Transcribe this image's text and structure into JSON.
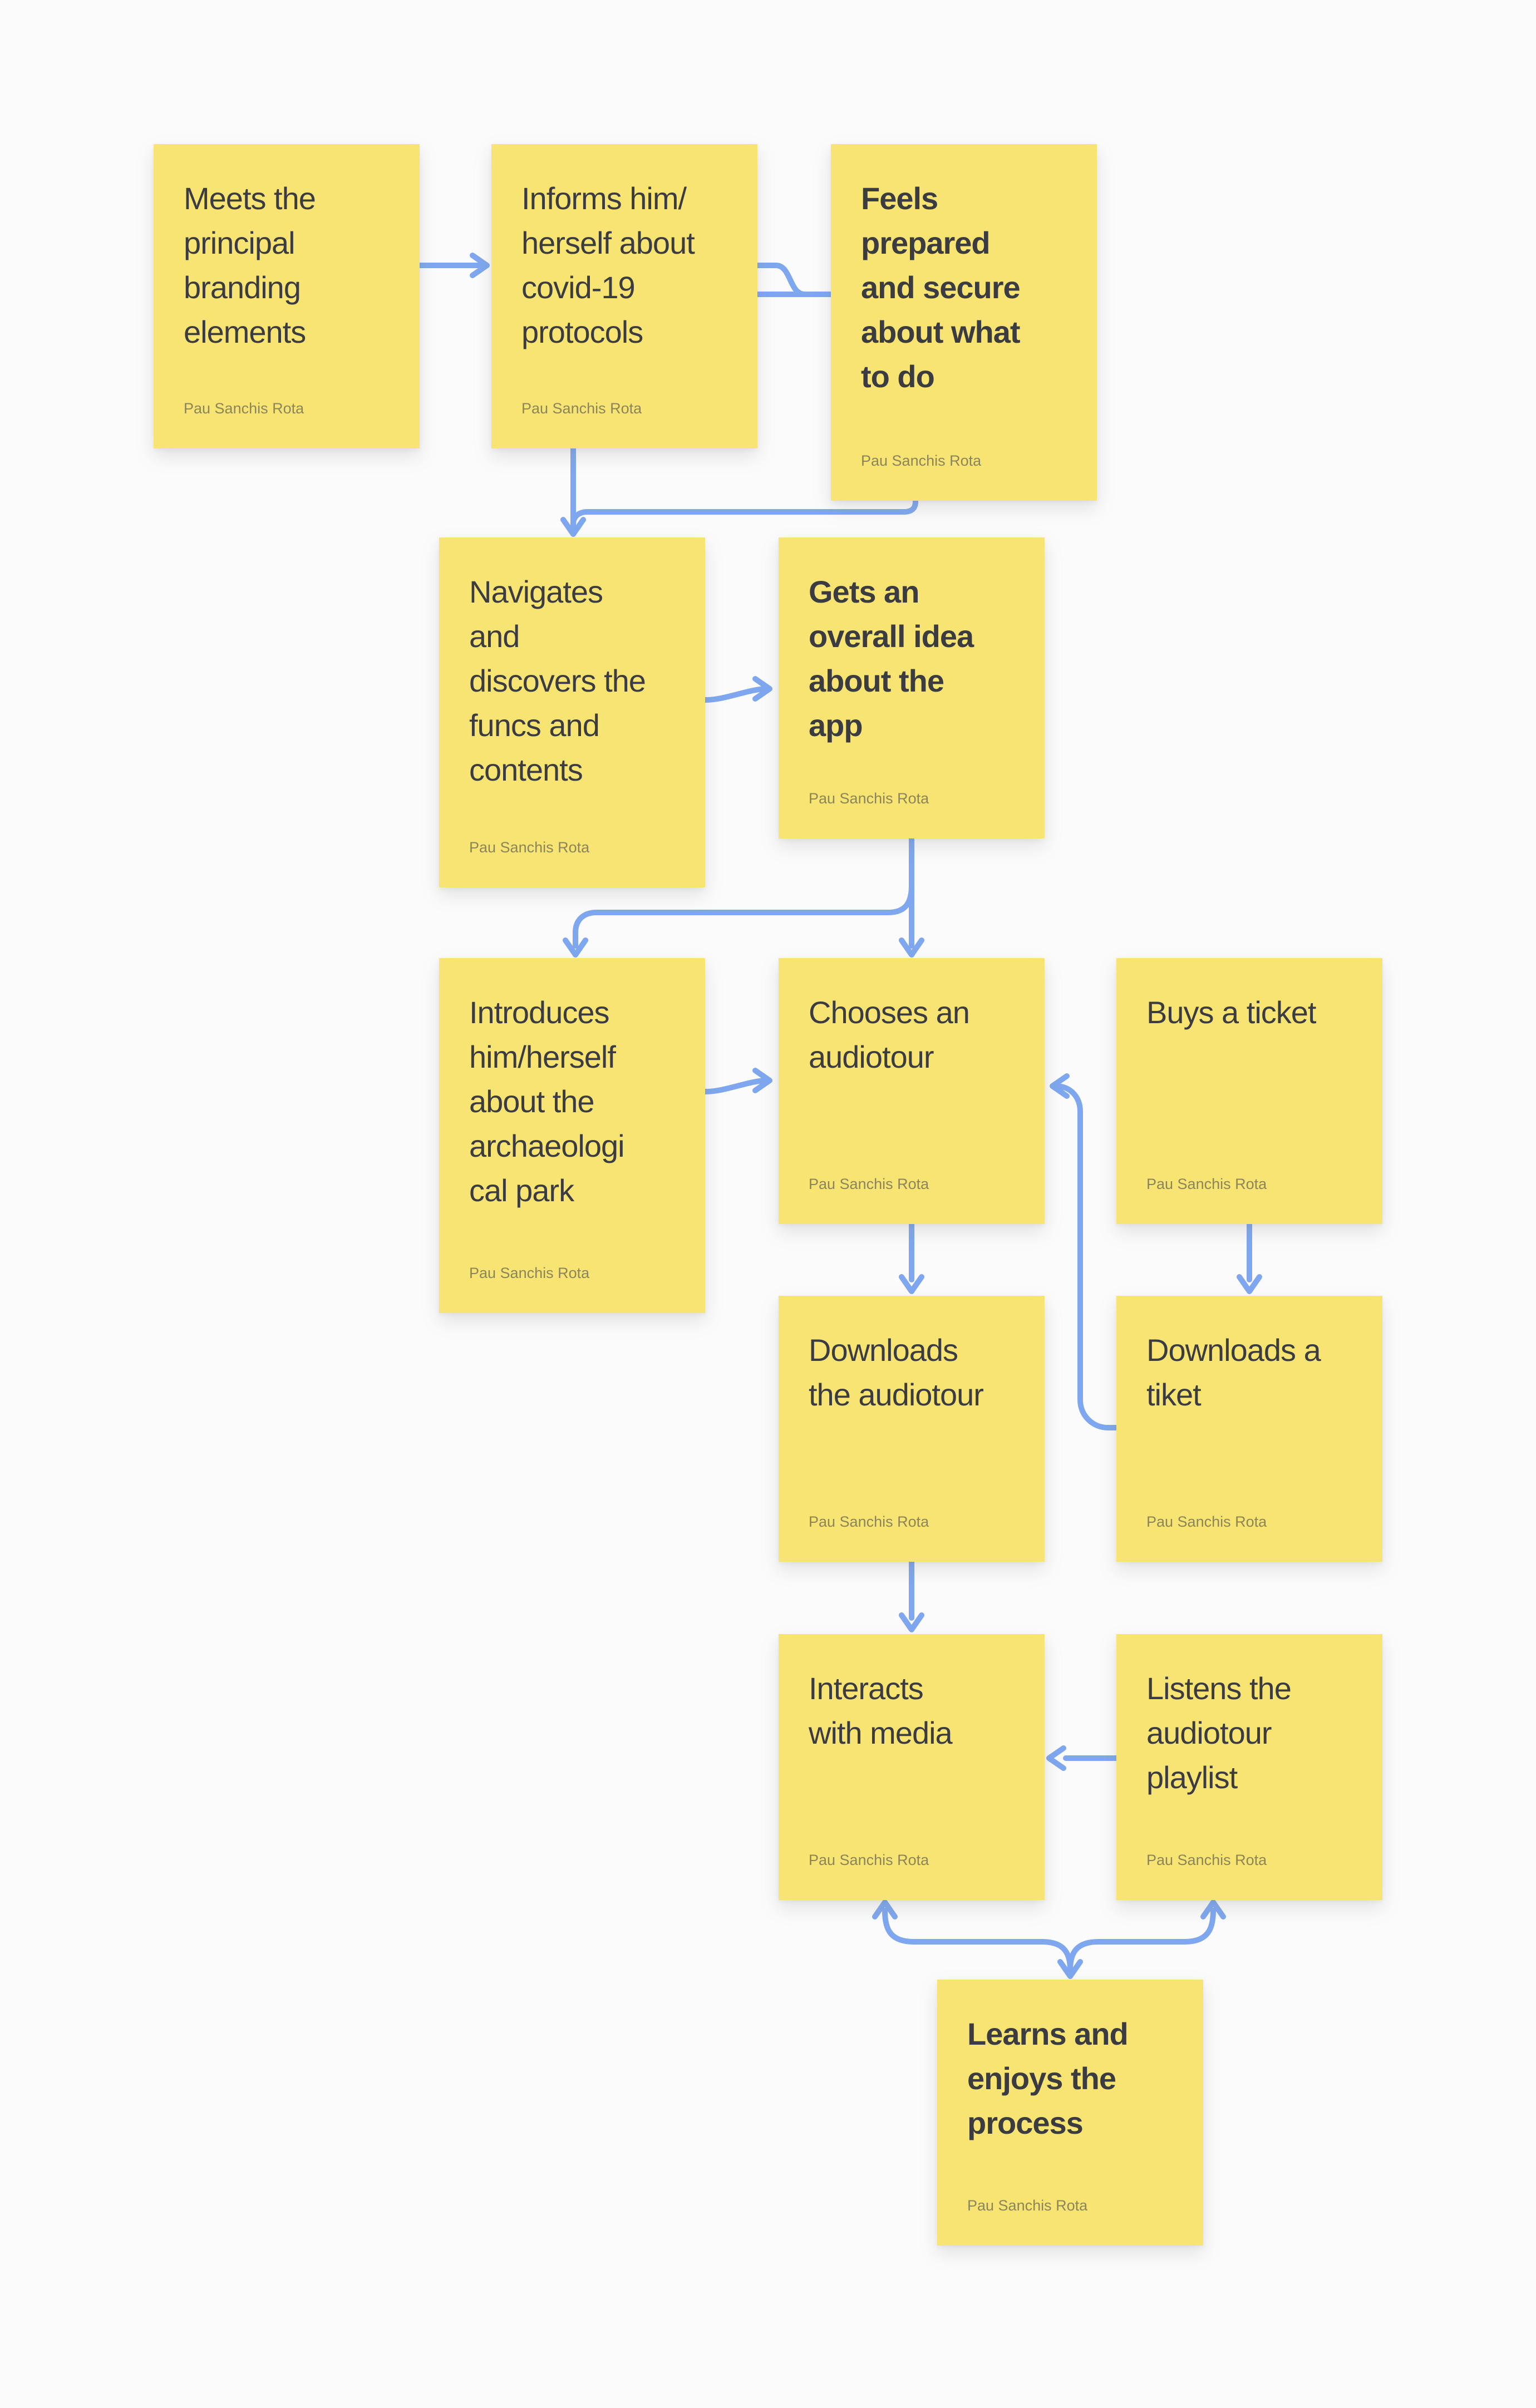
{
  "board": {
    "background_color": "#FBFBFB",
    "sticky_color": "#F8E472",
    "arrow_color": "#7EA7EF",
    "text_color": "#3B3C41",
    "author_color": "#8B855C"
  },
  "notes": [
    {
      "id": "meets-branding",
      "lines": [
        "Meets the",
        "principal",
        "branding",
        "elements"
      ],
      "author": "Pau Sanchis Rota",
      "bold": false
    },
    {
      "id": "informs-covid",
      "lines": [
        "Informs him/",
        "herself about",
        "covid-19",
        "protocols"
      ],
      "author": "Pau Sanchis Rota",
      "bold": false
    },
    {
      "id": "feels-prepared",
      "lines": [
        "Feels",
        "prepared",
        "and secure",
        "about what",
        "to do"
      ],
      "author": "Pau Sanchis Rota",
      "bold": true
    },
    {
      "id": "navigates-discovers",
      "lines": [
        "Navigates",
        "and",
        "discovers the",
        "funcs and",
        "contents"
      ],
      "author": "Pau Sanchis Rota",
      "bold": false
    },
    {
      "id": "overall-idea",
      "lines": [
        "Gets an",
        "overall idea",
        "about the",
        "app"
      ],
      "author": "Pau Sanchis Rota",
      "bold": true
    },
    {
      "id": "introduces-park",
      "lines": [
        "Introduces",
        "him/herself",
        "about the",
        "archaeologi",
        "cal park"
      ],
      "author": "Pau Sanchis Rota",
      "bold": false
    },
    {
      "id": "chooses-audiotour",
      "lines": [
        "Chooses an",
        "audiotour"
      ],
      "author": "Pau Sanchis Rota",
      "bold": false
    },
    {
      "id": "buys-ticket",
      "lines": [
        "Buys a ticket"
      ],
      "author": "Pau Sanchis Rota",
      "bold": false
    },
    {
      "id": "downloads-audiotour",
      "lines": [
        "Downloads",
        "the audiotour"
      ],
      "author": "Pau Sanchis Rota",
      "bold": false
    },
    {
      "id": "downloads-tiket",
      "lines": [
        "Downloads a",
        "tiket"
      ],
      "author": "Pau Sanchis Rota",
      "bold": false
    },
    {
      "id": "interacts-media",
      "lines": [
        "Interacts",
        "with media"
      ],
      "author": "Pau Sanchis Rota",
      "bold": false
    },
    {
      "id": "listens-playlist",
      "lines": [
        "Listens the",
        "audiotour",
        "playlist"
      ],
      "author": "Pau Sanchis Rota",
      "bold": false
    },
    {
      "id": "learns-enjoys",
      "lines": [
        "Learns and",
        "enjoys the",
        "process"
      ],
      "author": "Pau Sanchis Rota",
      "bold": true
    }
  ],
  "connections": [
    {
      "from": "meets-branding",
      "to": "informs-covid"
    },
    {
      "from": "informs-covid",
      "to": "feels-prepared"
    },
    {
      "from": "informs-covid",
      "to": "navigates-discovers"
    },
    {
      "from": "feels-prepared",
      "to": "navigates-discovers"
    },
    {
      "from": "navigates-discovers",
      "to": "overall-idea"
    },
    {
      "from": "overall-idea",
      "to": "introduces-park"
    },
    {
      "from": "overall-idea",
      "to": "chooses-audiotour"
    },
    {
      "from": "introduces-park",
      "to": "chooses-audiotour"
    },
    {
      "from": "chooses-audiotour",
      "to": "downloads-audiotour"
    },
    {
      "from": "buys-ticket",
      "to": "downloads-tiket"
    },
    {
      "from": "downloads-tiket",
      "to": "chooses-audiotour"
    },
    {
      "from": "downloads-audiotour",
      "to": "interacts-media"
    },
    {
      "from": "listens-playlist",
      "to": "interacts-media"
    },
    {
      "from": "learns-enjoys",
      "to": "interacts-media"
    },
    {
      "from": "learns-enjoys",
      "to": "listens-playlist"
    }
  ]
}
